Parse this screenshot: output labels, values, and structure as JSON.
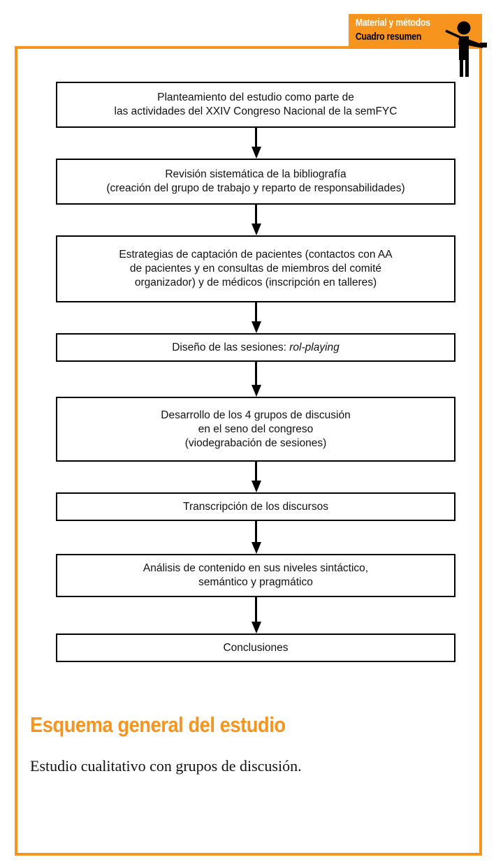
{
  "badge": {
    "line1": "Material y métodos",
    "line2": "Cuadro resumen",
    "bg_color": "#f7941e",
    "line1_color": "#ffffff",
    "line2_color": "#000000",
    "icon": "presenter-pointing-icon"
  },
  "frame": {
    "border_color": "#f7941e"
  },
  "flow": {
    "type": "flowchart",
    "orientation": "vertical",
    "connector": "down-arrow",
    "steps": [
      {
        "id": "step-1",
        "text": "Planteamiento del estudio como parte de\nlas actividades del XXIV Congreso Nacional de la semFYC"
      },
      {
        "id": "step-2",
        "text": "Revisión sistemática de la bibliografía\n(creación del grupo de trabajo y reparto de responsabilidades)"
      },
      {
        "id": "step-3",
        "text": "Estrategias de captación de pacientes (contactos con AA\nde pacientes y en consultas de miembros del comité\norganizador) y de médicos (inscripción en talleres)"
      },
      {
        "id": "step-4",
        "text_before": "Diseño de las sesiones: ",
        "text_italic": "rol-playing",
        "text": "Diseño de las sesiones: rol-playing"
      },
      {
        "id": "step-5",
        "text": "Desarrollo de los 4 grupos de discusión\nen el seno del congreso\n(viodegrabación de sesiones)"
      },
      {
        "id": "step-6",
        "text": "Transcripción de los discursos"
      },
      {
        "id": "step-7",
        "text": "Análisis de contenido en sus niveles sintáctico,\nsemántico y pragmático"
      },
      {
        "id": "step-8",
        "text": "Conclusiones"
      }
    ]
  },
  "caption": {
    "title": "Esquema general del estudio",
    "title_color": "#f7941e",
    "subtitle": "Estudio cualitativo con grupos de discusión."
  }
}
